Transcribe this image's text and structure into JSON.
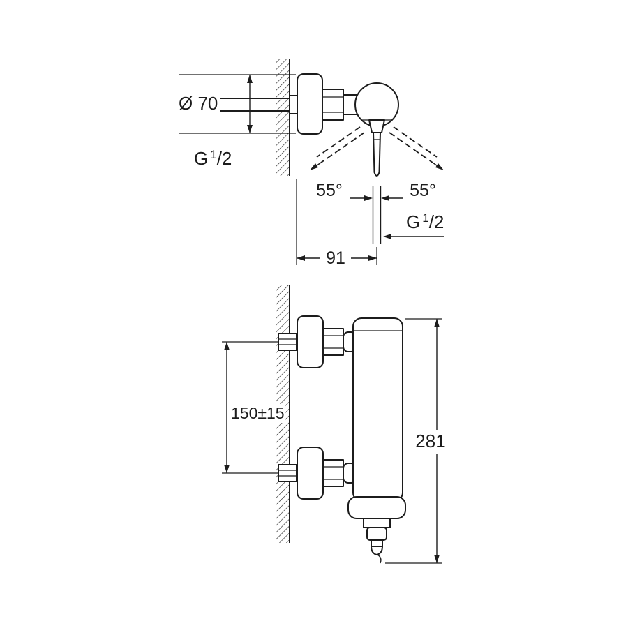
{
  "diagram": {
    "line_color": "#1c1c1c",
    "background_color": "#ffffff",
    "top_view": {
      "flange_diameter": "Ø 70",
      "inlet_thread": {
        "g": "G",
        "sup": "1",
        "rest": "/2"
      },
      "swing_left": "55°",
      "swing_right": "55°",
      "outlet_thread": {
        "g": "G",
        "sup": "1",
        "rest": "/2"
      },
      "wall_to_outlet": "91"
    },
    "front_view": {
      "hole_distance": "150±15",
      "overall_height": "281"
    }
  }
}
